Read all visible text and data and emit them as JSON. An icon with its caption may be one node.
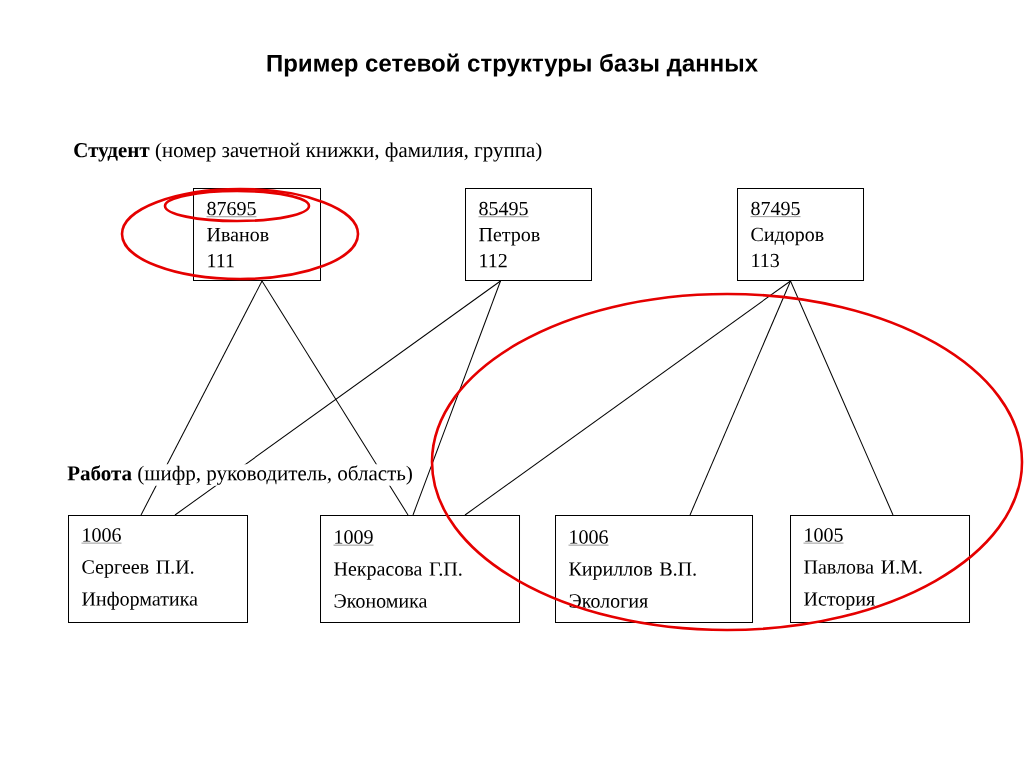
{
  "diagram": {
    "title": "Пример сетевой структуры базы данных",
    "nodes": [
      {
        "text": [
          "87695",
          "Иванов",
          "111"
        ]
      },
      {
        "text": [
          "85495",
          "Петров",
          "112"
        ]
      },
      {
        "text": [
          "87495",
          "Сидоров",
          "113"
        ]
      },
      {
        "text": [
          "1006",
          "Сергеев П.И.",
          "Информатика"
        ]
      },
      {
        "text": [
          "1009",
          "Некрасова Г.П.",
          "Экономика"
        ]
      },
      {
        "text": [
          "1006",
          "Кириллов В.П.",
          "Экология"
        ]
      },
      {
        "text": [
          "1005",
          "Павлова И.М.",
          "История"
        ]
      }
    ],
    "edges": [
      {
        "from": 0,
        "to": 3,
        "arrow": "none"
      },
      {
        "from": 0,
        "to": 4,
        "arrow": "none"
      },
      {
        "from": 1,
        "to": 3,
        "arrow": "none"
      },
      {
        "from": 1,
        "to": 4,
        "arrow": "none"
      },
      {
        "from": 2,
        "to": 4,
        "arrow": "none"
      },
      {
        "from": 2,
        "to": 5,
        "arrow": "none"
      },
      {
        "from": 2,
        "to": 6,
        "arrow": "none"
      }
    ],
    "labels": [
      "**Студент** (номер зачетной книжки, фамилия, группа)",
      "**Работа** (шифр, руководитель, область)"
    ]
  }
}
